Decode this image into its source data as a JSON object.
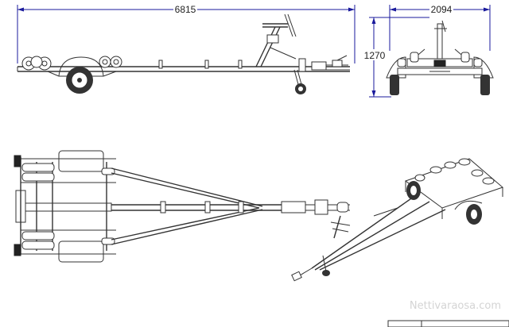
{
  "dimensions": {
    "overall_length": "6815",
    "overall_width": "2094",
    "overall_height": "1270"
  },
  "watermark": "Nettivaraosa.com",
  "colors": {
    "drawing_line": "#333333",
    "dimension_line": "#1a1a9c",
    "background": "#ffffff",
    "watermark": "#d4d4d4"
  }
}
